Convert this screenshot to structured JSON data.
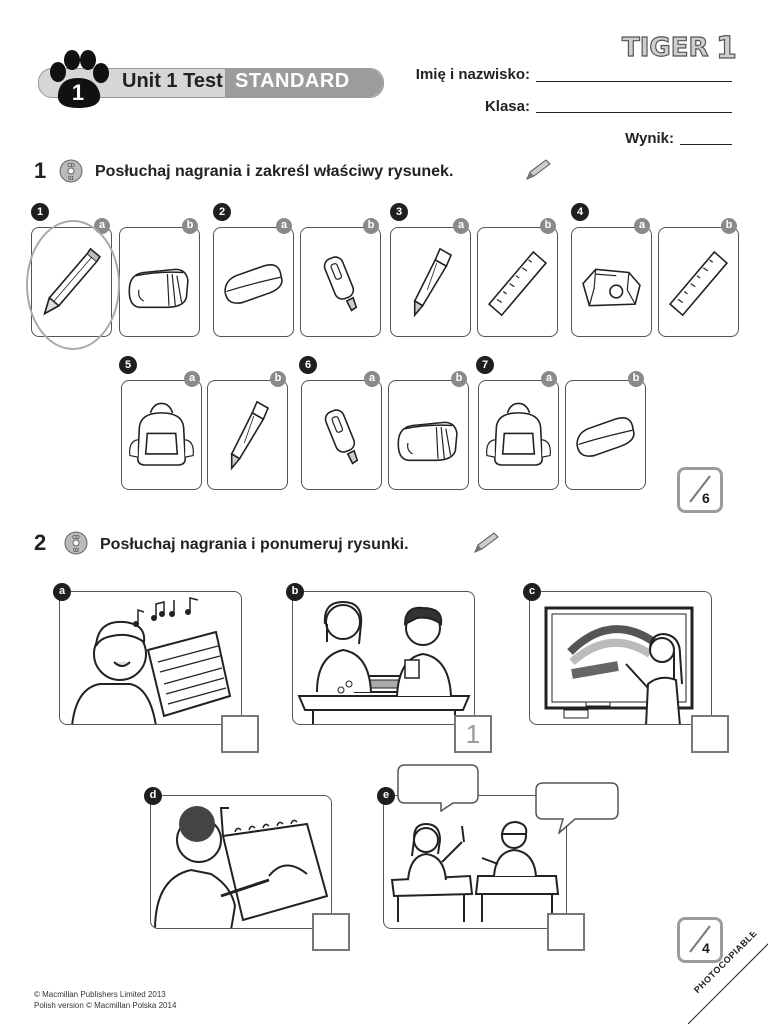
{
  "header": {
    "logo_text": "TIGER",
    "logo_number": "1",
    "unit_number": "1",
    "unit_title": "Unit 1 Test",
    "unit_level": "STANDARD",
    "fields": [
      {
        "label": "Imię i nazwisko:"
      },
      {
        "label": "Klasa:"
      },
      {
        "label": "Wynik:"
      }
    ]
  },
  "exercise1": {
    "number": "1",
    "cd_label": "CD",
    "cd_track": "01",
    "instruction": "Posłuchaj nagrania i zakreśl właściwy rysunek.",
    "items": [
      {
        "num": "1",
        "a": "pencil",
        "b": "pencil-case"
      },
      {
        "num": "2",
        "a": "rubber",
        "b": "felt-tip-pen"
      },
      {
        "num": "3",
        "a": "pen",
        "b": "ruler"
      },
      {
        "num": "4",
        "a": "sharpener",
        "b": "ruler"
      },
      {
        "num": "5",
        "a": "schoolbag",
        "b": "pen"
      },
      {
        "num": "6",
        "a": "felt-tip-pen",
        "b": "pencil-case"
      },
      {
        "num": "7",
        "a": "schoolbag",
        "b": "rubber"
      }
    ],
    "letter_a": "a",
    "letter_b": "b",
    "score_total": "6"
  },
  "exercise2": {
    "number": "2",
    "cd_label": "CD",
    "cd_track": "02",
    "instruction": "Posłuchaj nagrania i ponumeruj rysunki.",
    "pictures": [
      {
        "letter": "a",
        "scene": "boy singing"
      },
      {
        "letter": "b",
        "scene": "children playing a game",
        "answer": "1"
      },
      {
        "letter": "c",
        "scene": "girl drawing a rainbow"
      },
      {
        "letter": "d",
        "scene": "boy drawing"
      },
      {
        "letter": "e",
        "scene": "children talking"
      }
    ],
    "score_total": "4"
  },
  "footer": {
    "line1": "© Macmillan Publishers Limited 2013",
    "line2": "Polish version © Macmillan Polska 2014",
    "photocopiable": "PHOTOCOPIABLE"
  }
}
